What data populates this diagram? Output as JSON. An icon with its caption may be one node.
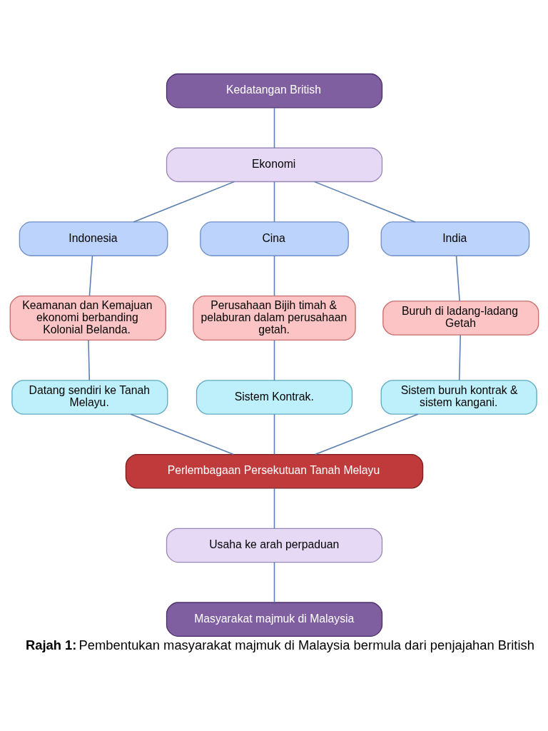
{
  "diagram": {
    "caption": "**Rajah 1:** Pembentukan masyarakat majmuk di Malaysia bermula dari penjajahan British",
    "nodes": [
      {
        "text": [
          "Kedatangan British"
        ]
      },
      {
        "text": [
          "Ekonomi"
        ]
      },
      {
        "text": [
          "Indonesia"
        ]
      },
      {
        "text": [
          "Cina"
        ]
      },
      {
        "text": [
          "India"
        ]
      },
      {
        "text": [
          "Keamanan dan Kemajuan ekonomi berbanding Kolonial Belanda."
        ]
      },
      {
        "text": [
          "Perusahaan Bijih timah & pelaburan dalam perusahaan getah."
        ]
      },
      {
        "text": [
          "Buruh di ladang-ladang Getah"
        ]
      },
      {
        "text": [
          "Datang sendiri ke Tanah Melayu."
        ]
      },
      {
        "text": [
          "Sistem Kontrak."
        ]
      },
      {
        "text": [
          "Sistem buruh kontrak & sistem kangani."
        ]
      },
      {
        "text": [
          "Perlembagaan Persekutuan Tanah Melayu"
        ]
      },
      {
        "text": [
          "Usaha ke arah perpaduan"
        ]
      },
      {
        "text": [
          "Masyarakat majmuk di Malaysia"
        ]
      }
    ],
    "edges": [
      {
        "from": 0,
        "to": 1,
        "arrow": "none"
      },
      {
        "from": 1,
        "to": 2,
        "arrow": "none"
      },
      {
        "from": 1,
        "to": 3,
        "arrow": "none"
      },
      {
        "from": 1,
        "to": 4,
        "arrow": "none"
      },
      {
        "from": 2,
        "to": 5,
        "arrow": "none"
      },
      {
        "from": 3,
        "to": 6,
        "arrow": "none"
      },
      {
        "from": 4,
        "to": 7,
        "arrow": "none"
      },
      {
        "from": 5,
        "to": 8,
        "arrow": "none"
      },
      {
        "from": 6,
        "to": 9,
        "arrow": "none"
      },
      {
        "from": 7,
        "to": 10,
        "arrow": "none"
      },
      {
        "from": 8,
        "to": 11,
        "arrow": "none"
      },
      {
        "from": 9,
        "to": 11,
        "arrow": "none"
      },
      {
        "from": 10,
        "to": 11,
        "arrow": "none"
      },
      {
        "from": 11,
        "to": 12,
        "arrow": "none"
      },
      {
        "from": 12,
        "to": 13,
        "arrow": "none"
      }
    ]
  }
}
